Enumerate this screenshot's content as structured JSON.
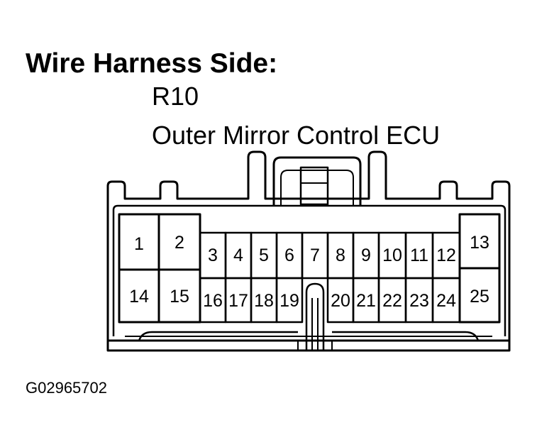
{
  "heading": "Wire Harness Side:",
  "connector_code": "R10",
  "component_name": "Outer Mirror Control ECU",
  "figure_id": "G02965702",
  "terminals": {
    "large_left": [
      {
        "id": "t1",
        "label": "1"
      },
      {
        "id": "t2",
        "label": "2"
      },
      {
        "id": "t14",
        "label": "14"
      },
      {
        "id": "t15",
        "label": "15"
      }
    ],
    "small_top": [
      {
        "id": "t3",
        "label": "3"
      },
      {
        "id": "t4",
        "label": "4"
      },
      {
        "id": "t5",
        "label": "5"
      },
      {
        "id": "t6",
        "label": "6"
      },
      {
        "id": "t7",
        "label": "7"
      },
      {
        "id": "t8",
        "label": "8"
      },
      {
        "id": "t9",
        "label": "9"
      },
      {
        "id": "t10",
        "label": "10"
      },
      {
        "id": "t11",
        "label": "11"
      },
      {
        "id": "t12",
        "label": "12"
      }
    ],
    "small_bottom": [
      {
        "id": "t16",
        "label": "16"
      },
      {
        "id": "t17",
        "label": "17"
      },
      {
        "id": "t18",
        "label": "18"
      },
      {
        "id": "t19",
        "label": "19"
      },
      {
        "id": "t20",
        "label": "20"
      },
      {
        "id": "t21",
        "label": "21"
      },
      {
        "id": "t22",
        "label": "22"
      },
      {
        "id": "t23",
        "label": "23"
      },
      {
        "id": "t24",
        "label": "24"
      }
    ],
    "large_right": [
      {
        "id": "t13",
        "label": "13"
      },
      {
        "id": "t25",
        "label": "25"
      }
    ]
  }
}
